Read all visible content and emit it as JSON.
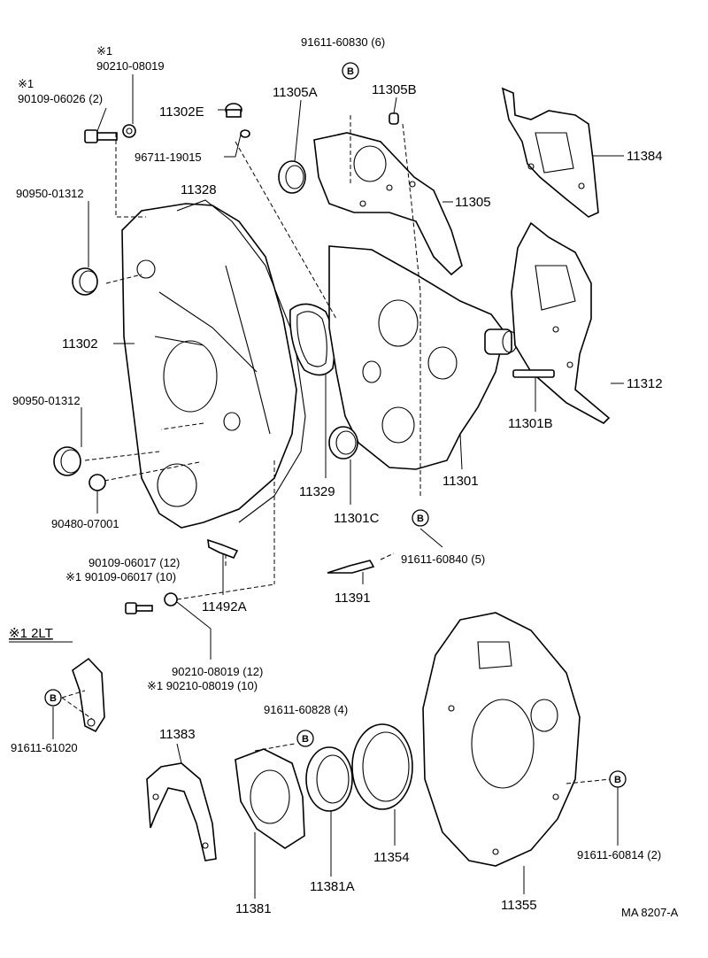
{
  "labels": {
    "p1_note": "※1",
    "p1": "90210-08019",
    "p2_note": "※1",
    "p2": "90109-06026 (2)",
    "p3": "90950-01312",
    "p4": "11328",
    "p5": "11302E",
    "p6": "96711-19015",
    "p7": "91611-60830 (6)",
    "p8": "11305A",
    "p9": "11305B",
    "p10": "11384",
    "p11": "11305",
    "p12": "11302",
    "p13": "90950-01312",
    "p14": "90480-07001",
    "p15": "11312",
    "p16": "11301B",
    "p17": "11329",
    "p18": "11301",
    "p19": "11301C",
    "p20": "91611-60840 (5)",
    "p21": "90109-06017 (12)",
    "p22": "※1 90109-06017 (10)",
    "p23": "11492A",
    "p24": "11391",
    "p25": "※1 2LT",
    "p26": "90210-08019 (12)",
    "p27": "※1 90210-08019 (10)",
    "p28": "91611-60828 (4)",
    "p29": "91611-61020",
    "p30": "11383",
    "p31": "11354",
    "p32": "11381A",
    "p33": "11381",
    "p34": "91611-60814 (2)",
    "p35": "11355",
    "p36": "MA 8207-A"
  },
  "badge_letter": "B"
}
